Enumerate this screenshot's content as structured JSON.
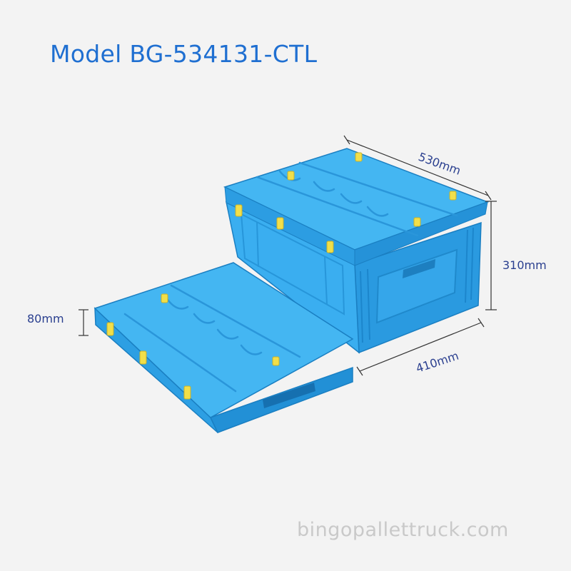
{
  "product": {
    "model_title": "Model BG-534131-CTL",
    "description_colors": {
      "crate": "#32a8e8",
      "crate_dark": "#1f87c9",
      "clips": "#f1df4a"
    }
  },
  "dimensions": {
    "length": "530mm",
    "height": "310mm",
    "width": "410mm",
    "folded_height": "80mm"
  },
  "watermark": "bingopallettruck.com",
  "colors": {
    "title": "#1f6fd1",
    "dimension_text": "#2a3f8f",
    "background": "#f3f3f3"
  }
}
